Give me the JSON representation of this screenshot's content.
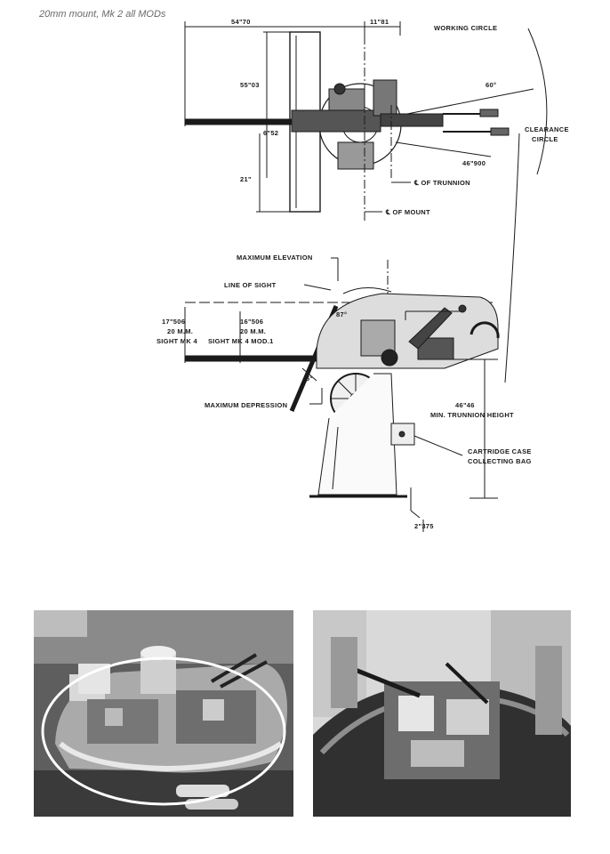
{
  "page": {
    "caption": "20mm mount, Mk 2 all MODs"
  },
  "top_view": {
    "dim_overall": "54\"70",
    "dim_right": "11\"81",
    "dim_height": "55\"03",
    "dim_barrel": "6\"52",
    "dim_lower": "21\"",
    "angle": "60°",
    "dim_radius": "46\"900",
    "label_working_circle": "WORKING CIRCLE",
    "label_clearance_1": "CLEARANCE",
    "label_clearance_2": "CIRCLE",
    "label_trunnion": "℄ OF TRUNNION",
    "label_mount": "℄ OF MOUNT"
  },
  "side_view": {
    "label_max_elevation": "MAXIMUM ELEVATION",
    "label_line_of_sight": "LINE OF SIGHT",
    "angle_elevation": "87°",
    "sight_left_dim": "17\"506",
    "sight_left_line2": "20 M.M.",
    "sight_left_line3": "SIGHT MK 4",
    "sight_right_dim": "16\"506",
    "sight_right_line2": "20 M.M.",
    "sight_right_line3": "SIGHT MK 4 MOD.1",
    "angle_depression": "5°",
    "label_max_depression": "MAXIMUM DEPRESSION",
    "dim_trunnion": "46\"46",
    "label_trunnion_height": "MIN. TRUNNION HEIGHT",
    "label_cartridge_1": "CARTRIDGE CASE",
    "label_cartridge_2": "COLLECTING BAG",
    "dim_base": "2\"375"
  },
  "colors": {
    "ink": "#1a1a1a",
    "photo_dark": "#2b2b2b",
    "photo_light": "#cfcfcf"
  }
}
